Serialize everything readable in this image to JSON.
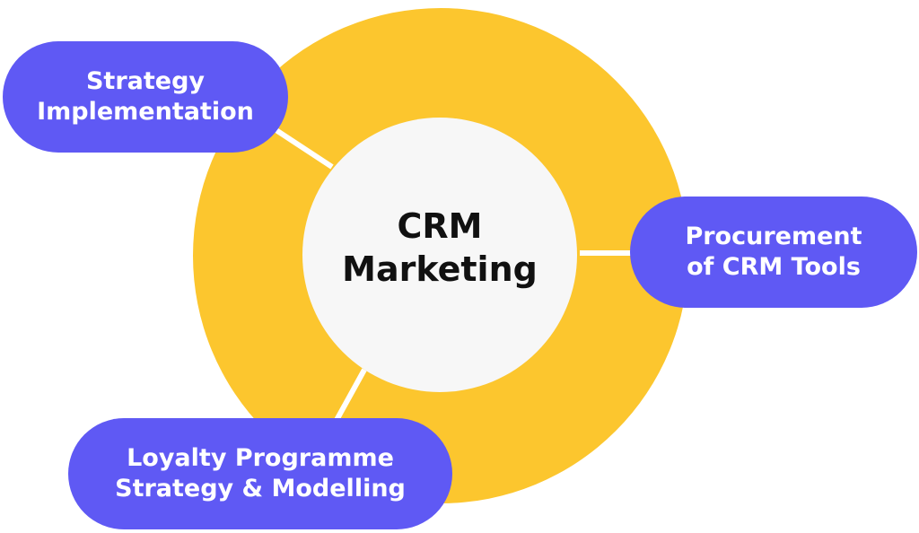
{
  "center": {
    "line1": "CRM",
    "line2": "Marketing"
  },
  "nodes": [
    {
      "line1": "Strategy",
      "line2": "Implementation"
    },
    {
      "line1": "Procurement",
      "line2": "of CRM Tools"
    },
    {
      "line1": "Loyalty Programme",
      "line2": "Strategy & Modelling"
    }
  ],
  "colors": {
    "ring": "#FCC62E",
    "center_fill": "#F7F7F7",
    "pill": "#5F59F4",
    "pill_text": "#FFFFFF",
    "center_text": "#111111",
    "connector": "#FFFFFF"
  }
}
